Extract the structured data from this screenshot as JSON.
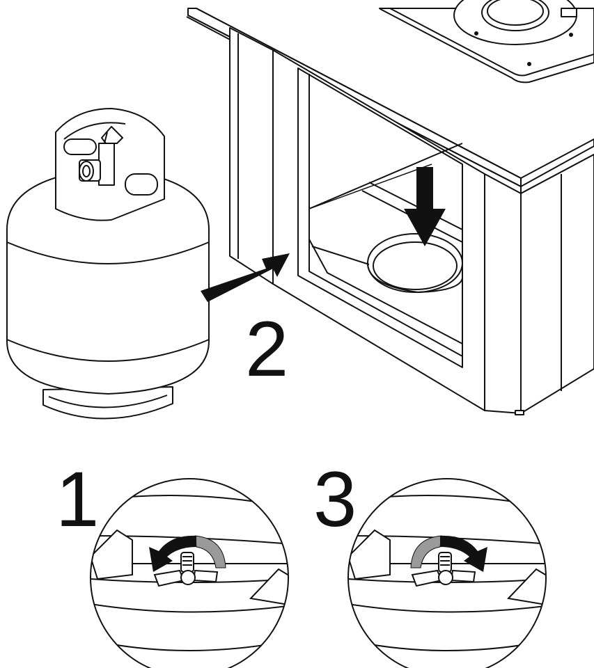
{
  "steps": {
    "step1": {
      "number": "1",
      "direction": "counterclockwise"
    },
    "step2": {
      "number": "2"
    },
    "step3": {
      "number": "3",
      "direction": "clockwise"
    }
  },
  "colors": {
    "line": "#111111",
    "fill": "#ffffff",
    "arrow": "#111111",
    "turn_shade": "#9a9a9a"
  },
  "icons": {
    "tank": "propane-tank-icon",
    "enclosure": "fire-table-enclosure-icon",
    "insert_arrow": "insert-arrow-icon",
    "down_arrow": "down-arrow-icon",
    "rotate_ccw": "rotate-counterclockwise-icon",
    "rotate_cw": "rotate-clockwise-icon"
  }
}
